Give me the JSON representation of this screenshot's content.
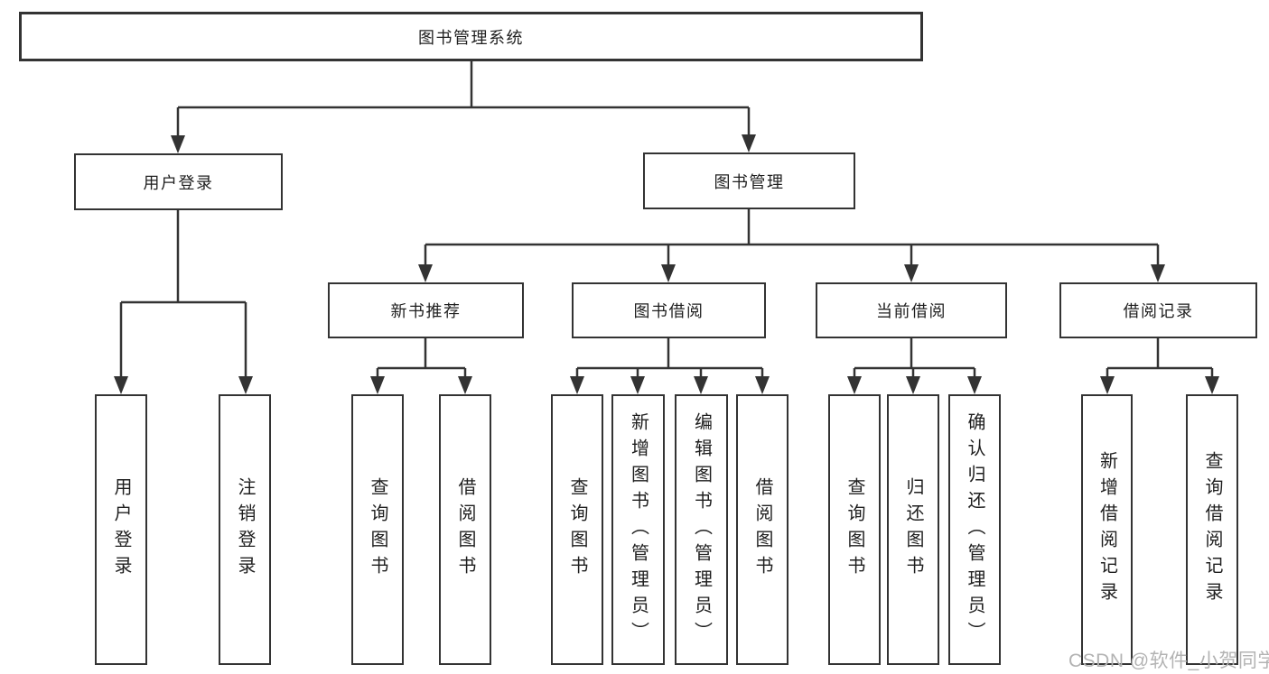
{
  "tree": {
    "label": "图书管理系统",
    "children": [
      {
        "label": "用户登录",
        "children": [
          {
            "label": "用户登录"
          },
          {
            "label": "注销登录"
          }
        ]
      },
      {
        "label": "图书管理",
        "children": [
          {
            "label": "新书推荐",
            "children": [
              {
                "label": "查询图书"
              },
              {
                "label": "借阅图书"
              }
            ]
          },
          {
            "label": "图书借阅",
            "children": [
              {
                "label": "查询图书"
              },
              {
                "label": "新增图书（管理员）"
              },
              {
                "label": "编辑图书（管理员）"
              },
              {
                "label": "借阅图书"
              }
            ]
          },
          {
            "label": "当前借阅",
            "children": [
              {
                "label": "查询图书"
              },
              {
                "label": "归还图书"
              },
              {
                "label": "确认归还（管理员）"
              }
            ]
          },
          {
            "label": "借阅记录",
            "children": [
              {
                "label": "新增借阅记录"
              },
              {
                "label": "查询借阅记录"
              }
            ]
          }
        ]
      }
    ]
  },
  "watermark": "CSDN @软件_小贺同学",
  "colors": {
    "line": "#333333",
    "text": "#1f1f1f",
    "box_background": "#ffffff",
    "page_background": "#ffffff",
    "watermark": "#b3b3b3"
  }
}
